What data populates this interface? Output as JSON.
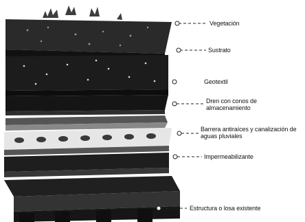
{
  "labels": {
    "vegetation": "Vegetación",
    "substrate": "Sustrato",
    "geotextile": "Geotextil",
    "drain": "Dren con conos de almacenamiento",
    "root_barrier": "Barrera antiraíces y canalización de aguas pluviales",
    "waterproofing": "Impermeabilizante",
    "structure": "Estructura o losa existente"
  },
  "colors": {
    "layer_dark": "#1a1a1a",
    "layer_side": "#2c2c2c",
    "layer_light": "#cfcfcf",
    "leader_line": "#222222"
  }
}
